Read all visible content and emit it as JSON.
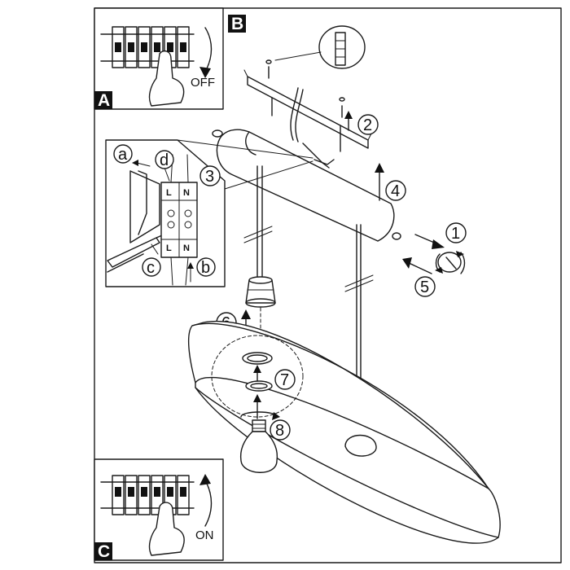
{
  "panels": {
    "a": {
      "letter": "A",
      "switch_label": "OFF"
    },
    "b": {
      "letter": "B"
    },
    "c": {
      "letter": "C",
      "switch_label": "ON"
    }
  },
  "detail_labels": [
    "a",
    "b",
    "c",
    "d"
  ],
  "terminal_labels": [
    "L",
    "N",
    "L",
    "N"
  ],
  "steps": [
    "1",
    "2",
    "3",
    "4",
    "5",
    "6",
    "7",
    "8"
  ]
}
